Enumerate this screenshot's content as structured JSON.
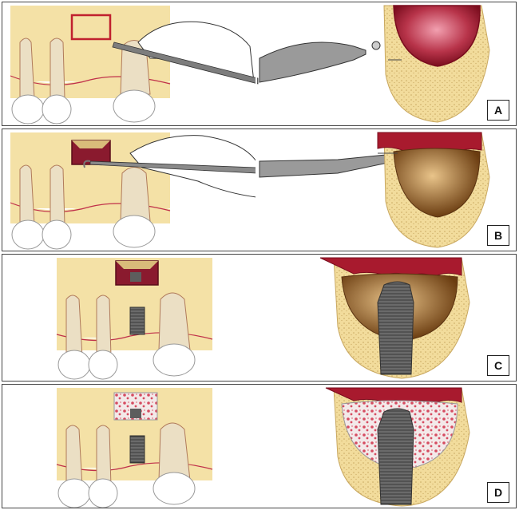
{
  "panels": [
    {
      "label": "A"
    },
    {
      "label": "B"
    },
    {
      "label": "C"
    },
    {
      "label": "D"
    }
  ],
  "colors": {
    "bone": "#f2dc9c",
    "bone_edge": "#c9a860",
    "gum_line": "#c0304a",
    "tooth": "#ebdfc4",
    "crown": "#ffffff",
    "sinus_red": "#a81a2e",
    "sinus_cavity": "#8a5a22",
    "graft": "#d64b60",
    "implant": "#5d5d5d",
    "instrument": "#8c8c8c",
    "hand": "#ffffff"
  },
  "icons": [
    "hand-icon",
    "drill-icon",
    "curette-icon",
    "implant-icon"
  ]
}
